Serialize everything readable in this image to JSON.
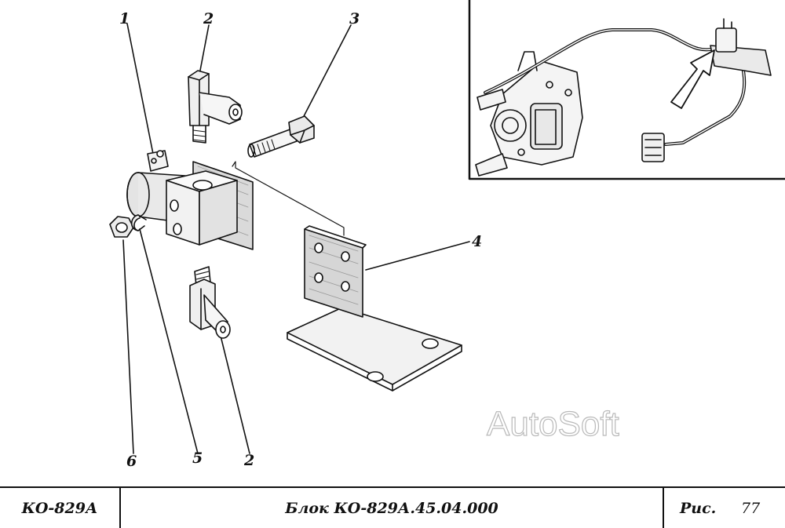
{
  "callouts": {
    "c1": "1",
    "c2_top": "2",
    "c3": "3",
    "c4": "4",
    "c6": "6",
    "c5": "5",
    "c2_bottom": "2"
  },
  "watermark": "AutoSoft",
  "title_block": {
    "model": "КО-829А",
    "name": "Блок КО-829А.45.04.000",
    "fig_label": "Рис.",
    "fig_number": "77"
  }
}
